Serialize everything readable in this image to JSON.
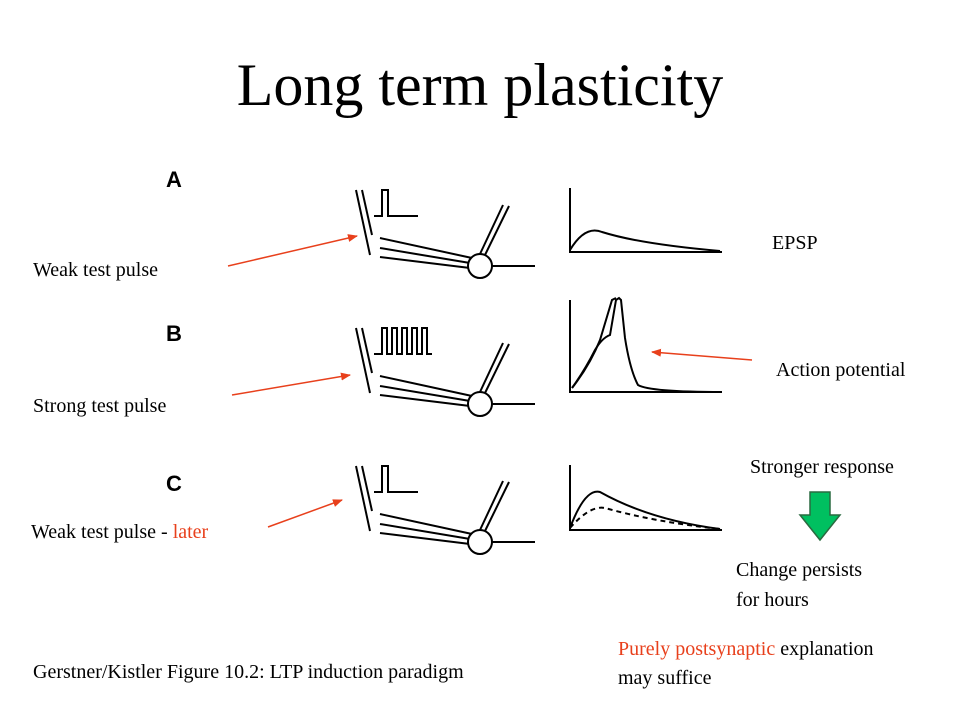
{
  "slide": {
    "title": "Long term plasticity"
  },
  "panels": [
    {
      "letter": "A",
      "left_label": "Weak test pulse",
      "left_label_highlight": ""
    },
    {
      "letter": "B",
      "left_label": "Strong test pulse",
      "left_label_highlight": ""
    },
    {
      "letter": "C",
      "left_label": "Weak test pulse - ",
      "left_label_highlight": "later"
    }
  ],
  "right_labels": {
    "epsp": "EPSP",
    "action_potential": "Action potential",
    "stronger_response": "Stronger response",
    "change_persists_line1": "Change persists",
    "change_persists_line2": "for hours"
  },
  "explanation": {
    "highlight": "Purely postsynaptic",
    "rest_line1": " explanation",
    "line2": "may suffice"
  },
  "caption": "Gerstner/Kistler Figure 10.2: LTP induction paradigm",
  "colors": {
    "arrow": "#e8401c",
    "highlight_text": "#e8401c",
    "down_arrow_fill": "#00c060",
    "down_arrow_stroke": "#2a6a40"
  },
  "icons": [
    "down-arrow-icon",
    "electrode-icon",
    "neuron-icon"
  ]
}
